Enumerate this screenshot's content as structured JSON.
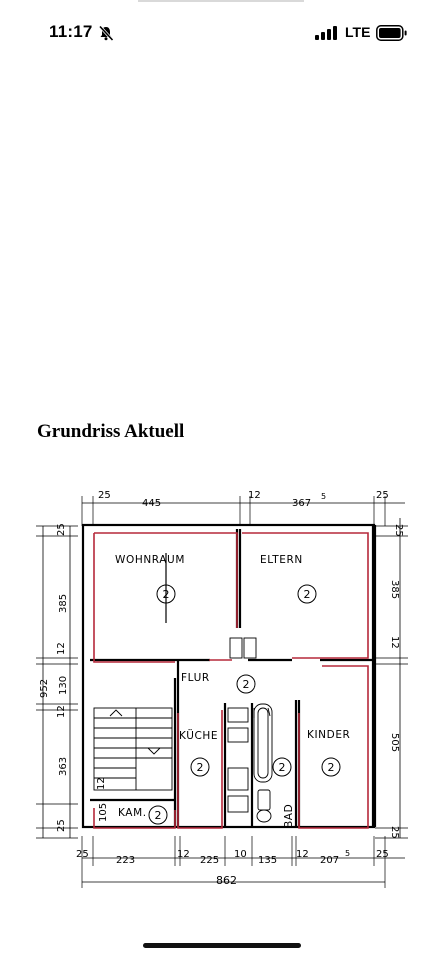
{
  "status_bar": {
    "time": "11:17",
    "network": "LTE"
  },
  "icons": {
    "silent": "bell-slash-icon",
    "signal": "cellular-signal-icon",
    "battery": "battery-icon"
  },
  "heading": "Grundriss Aktuell",
  "floorplan": {
    "rooms": {
      "wohnraum": "WOHNRAUM",
      "eltern": "ELTERN",
      "flur": "FLUR",
      "kueche": "KÜCHE",
      "kinder": "KINDER",
      "bad": "BAD",
      "kam": "KAM."
    },
    "room_marker": "2",
    "dims_top": {
      "d25a": "25",
      "d445": "445",
      "d12": "12",
      "d367": "367",
      "d5": "5",
      "d25b": "25"
    },
    "dims_left": {
      "d952": "952",
      "d25a": "25",
      "d385": "385",
      "d12a": "12",
      "d130": "130",
      "d12b": "12",
      "d363": "363",
      "d12c": "12",
      "d105": "105",
      "d25b": "25"
    },
    "dims_right": {
      "d25a": "25",
      "d385": "385",
      "d12": "12",
      "d505": "505",
      "d25b": "25"
    },
    "dims_bottom": {
      "d25a": "25",
      "d223": "223",
      "d12a": "12",
      "d225": "225",
      "d10": "10",
      "d135": "135",
      "d12b": "12",
      "d207": "207",
      "d5": "5",
      "d25b": "25",
      "d862": "862"
    }
  }
}
